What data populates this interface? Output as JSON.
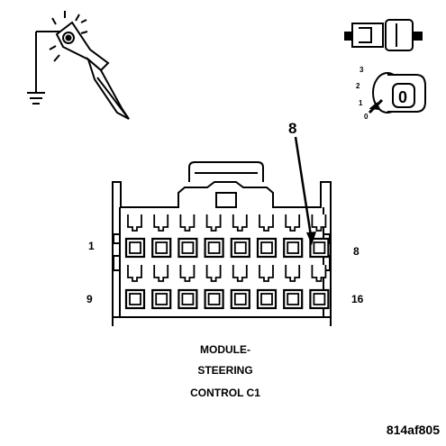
{
  "probe": {
    "icon": "test-light-probe-icon"
  },
  "ignition": {
    "icon": "ignition-key-icon",
    "positions": [
      "3",
      "2",
      "1",
      "0"
    ],
    "key_label": "0"
  },
  "connector": {
    "callout_pin": "8",
    "row1_start": "1",
    "row1_end": "8",
    "row2_start": "9",
    "row2_end": "16",
    "pins_per_row": 8,
    "highlighted_pin": 8
  },
  "caption": {
    "line1": "MODULE-",
    "line2": "STEERING",
    "line3": "CONTROL C1"
  },
  "figure_id": "814af805"
}
